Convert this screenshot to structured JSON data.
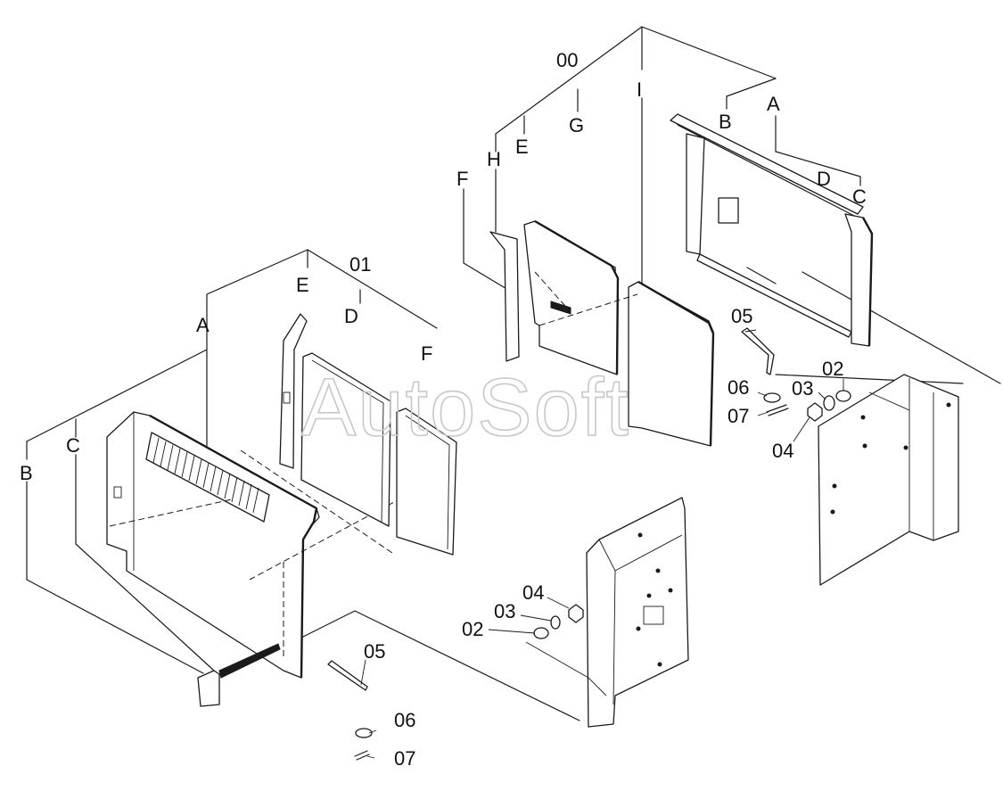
{
  "watermark": "AutoSoft",
  "labels": {
    "left": {
      "a": "A",
      "b": "B",
      "c": "C",
      "d": "D",
      "e": "E",
      "f": "F",
      "p01": "01",
      "p02": "02",
      "p03": "03",
      "p04": "04",
      "p05": "05",
      "p06": "06",
      "p07": "07"
    },
    "right": {
      "p00": "00",
      "a": "A",
      "b": "B",
      "c": "C",
      "d": "D",
      "e": "E",
      "f": "F",
      "g": "G",
      "h": "H",
      "i": "I",
      "p02": "02",
      "p03": "03",
      "p04": "04",
      "p05": "05",
      "p06": "06",
      "p07": "07"
    }
  }
}
